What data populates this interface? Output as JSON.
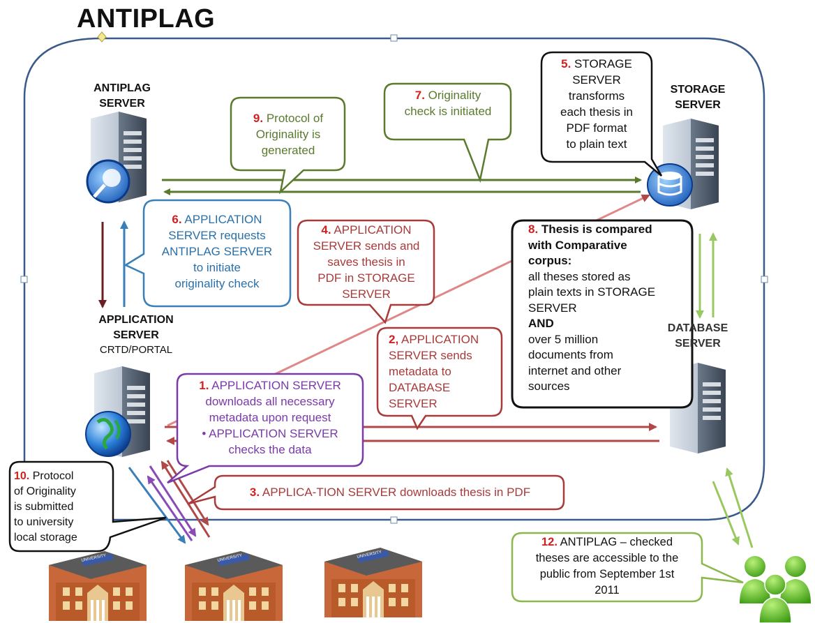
{
  "title": "ANTIPLAG",
  "servers": {
    "antiplag": [
      "ANTIPLAG",
      "SERVER"
    ],
    "storage": [
      "STORAGE",
      "SERVER"
    ],
    "application": [
      "APPLICATION",
      "SERVER"
    ],
    "application_sub": "CRTD/PORTAL",
    "database": [
      "DATABASE",
      "SERVER"
    ]
  },
  "steps": {
    "s1": {
      "num": "1.",
      "line1": "APPLICATION SERVER",
      "line2": "downloads all necessary",
      "line3": "metadata upon request",
      "line4": "• APPLICATION SERVER",
      "line5": "checks the data"
    },
    "s2": {
      "num": "2,",
      "line1": "APPLICATION",
      "line2": "SERVER sends",
      "line3": "metadata to",
      "line4": "DATABASE",
      "line5": "SERVER"
    },
    "s3": {
      "num": "3.",
      "text": "APPLICA-TION SERVER downloads thesis in PDF"
    },
    "s4": {
      "num": "4.",
      "line1": "APPLICATION",
      "line2": "SERVER sends and",
      "line3": "saves thesis in",
      "line4": "PDF in STORAGE",
      "line5": "SERVER"
    },
    "s5": {
      "num": "5.",
      "line1": "STORAGE",
      "line2": "SERVER",
      "line3": "transforms",
      "line4": "each thesis in",
      "line5": "PDF format",
      "line6": "to plain text"
    },
    "s6": {
      "num": "6.",
      "line1": "APPLICATION",
      "line2": "SERVER requests",
      "line3": "ANTIPLAG SERVER",
      "line4": "to initiate",
      "line5": "originality check"
    },
    "s7": {
      "num": "7.",
      "line1": "Originality",
      "line2": "check is initiated"
    },
    "s8": {
      "num": "8.",
      "bold1": "Thesis is compared",
      "bold2": "with Comparative",
      "bold3": "corpus:",
      "line1": "all theses stored as",
      "line2": "plain texts in STORAGE",
      "line3": "SERVER",
      "and": "AND",
      "line4": "over 5 million",
      "line5": "documents from",
      "line6": "internet and other",
      "line7": "sources"
    },
    "s9": {
      "num": "9.",
      "line1": "Protocol of",
      "line2": "Originality is",
      "line3": "generated"
    },
    "s10": {
      "num": "10.",
      "line1": "Protocol",
      "line2": "of Originality",
      "line3": "is submitted",
      "line4": "to university",
      "line5": "local storage"
    },
    "s12": {
      "num": "12.",
      "line1": "ANTIPLAG – checked",
      "line2": "theses are accessible to the",
      "line3": "public from September 1st",
      "line4": "2011"
    }
  },
  "building_label": "UNIVERSITY",
  "colors": {
    "olive": "#5a7a2e",
    "darkred": "#a83a3a",
    "blue": "#3a7fb8",
    "purple": "#7a3aa8",
    "lightgreen": "#8ab84a",
    "number": "#d02020",
    "frame": "#3a5a8a"
  }
}
